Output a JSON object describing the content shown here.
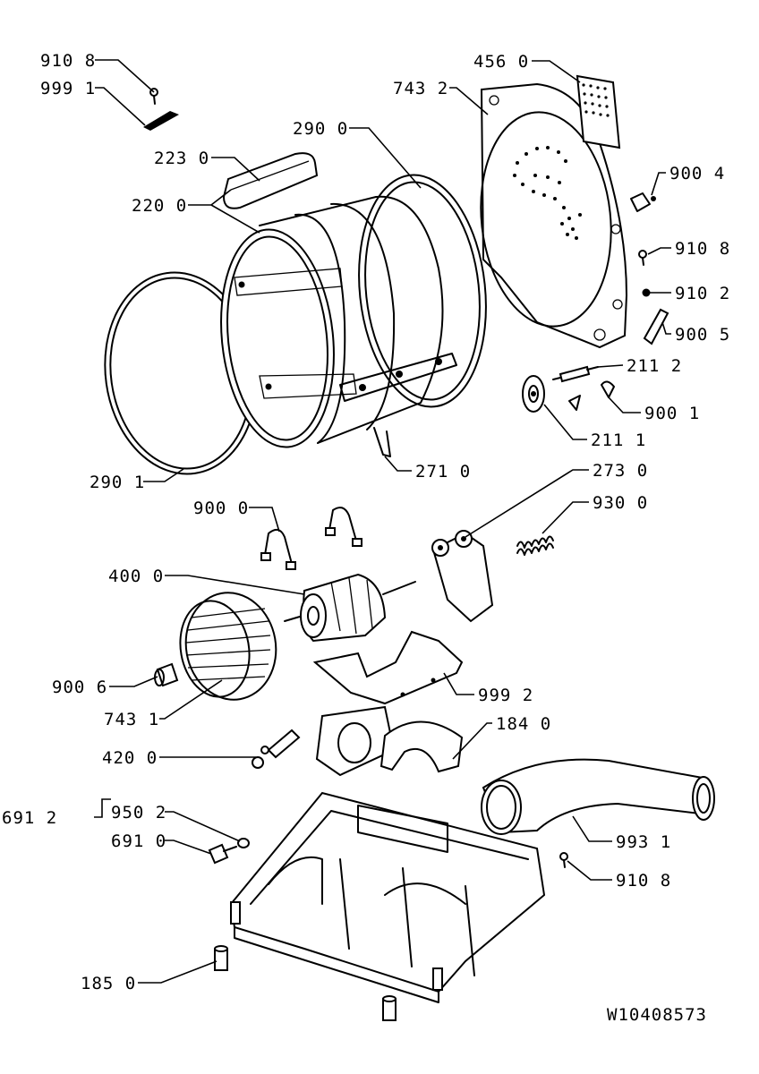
{
  "labels": {
    "l9108_top": "910 8",
    "l9991": "999 1",
    "l2230": "223 0",
    "l2200": "220 0",
    "l2900": "290 0",
    "l7432": "743 2",
    "l4560": "456 0",
    "l9004": "900 4",
    "l9108_right": "910 8",
    "l9102": "910 2",
    "l9005": "900 5",
    "l2112": "211 2",
    "l9001": "900 1",
    "l2111": "211 1",
    "l2901": "290 1",
    "l2710": "271 0",
    "l2730": "273 0",
    "l9300": "930 0",
    "l9000": "900 0",
    "l4000": "400 0",
    "l9006": "900 6",
    "l7431": "743 1",
    "l9992": "999 2",
    "l1840": "184 0",
    "l4200": "420 0",
    "l6912": "691 2",
    "l9502": "950 2",
    "l6910": "691 0",
    "l9931": "993 1",
    "l9108_bottom": "910 8",
    "l1850": "185 0",
    "drawing_number": "W10408573"
  }
}
